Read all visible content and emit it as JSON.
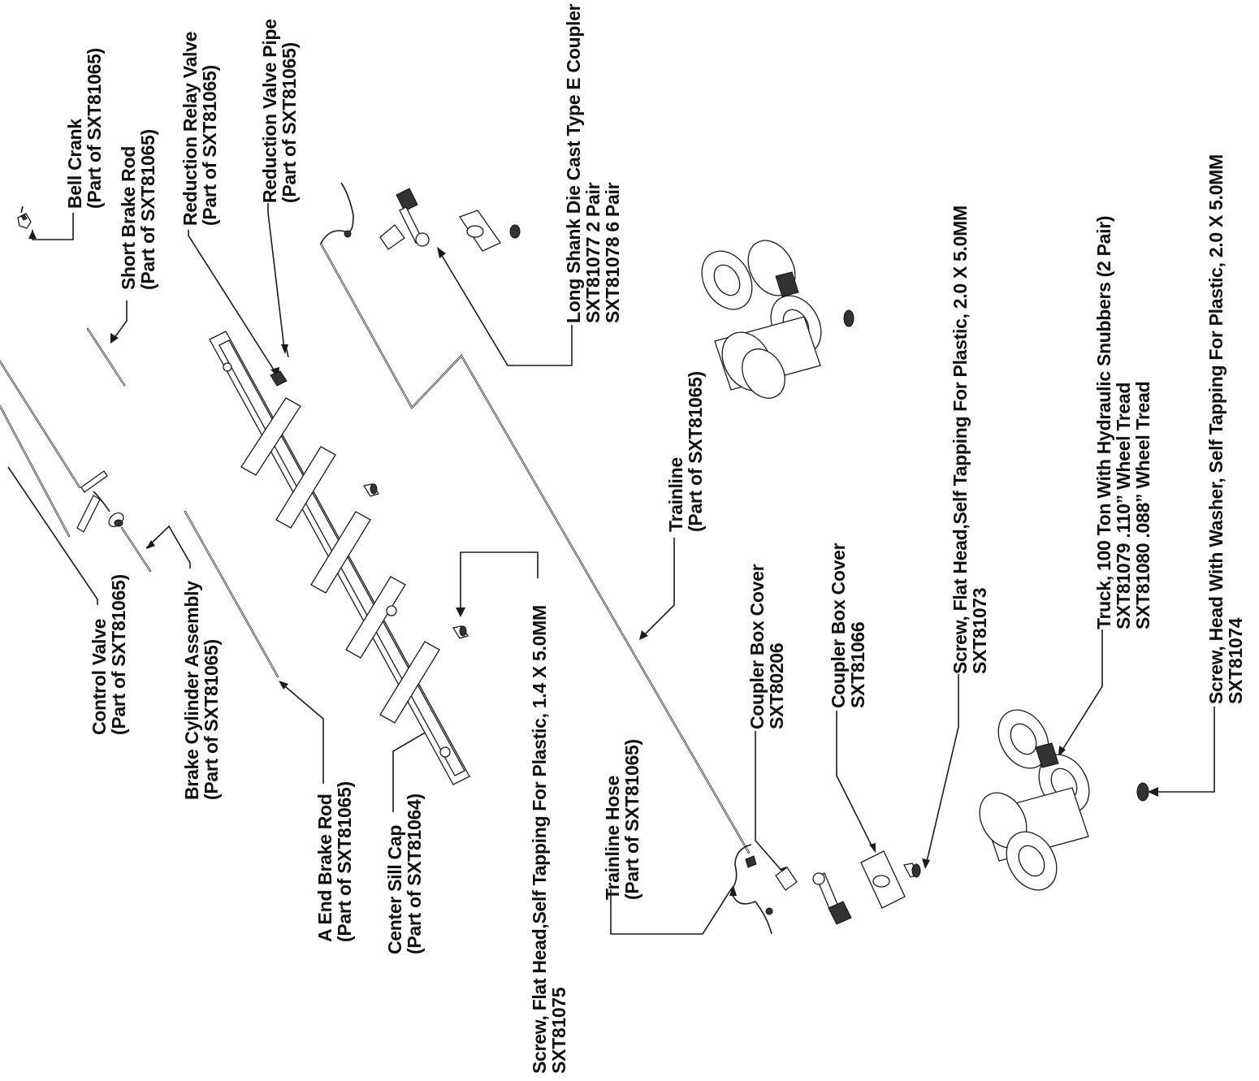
{
  "labels": {
    "bell_crank": [
      "Bell Crank",
      "(Part of SXT81065)"
    ],
    "short_brake_rod": [
      "Short Brake Rod",
      "(Part of SXT81065)"
    ],
    "reduction_relay_valve": [
      "Reduction Relay Valve",
      "(Part of SXT81065)"
    ],
    "reduction_valve_pipe": [
      "Reduction Valve Pipe",
      "(Part of SXT81065)"
    ],
    "coupler": [
      "Long Shank Die Cast Type E Coupler",
      "SXT81077 2 Pair",
      "SXT81078 6 Pair"
    ],
    "control_valve": [
      "Control Valve",
      "(Part of SXT81065)"
    ],
    "brake_cylinder": [
      "Brake Cylinder Assembly",
      "(Part of SXT81065)"
    ],
    "a_end_brake_rod": [
      "A End Brake Rod",
      "(Part of SXT81065)"
    ],
    "center_sill_cap": [
      "Center Sill Cap",
      "(Part of SXT81064)"
    ],
    "screw_1_4": [
      "Screw, Flat Head,Self Tapping For Plastic, 1.4 X 5.0MM",
      "SXT81075"
    ],
    "trainline": [
      "Trainline",
      "(Part of SXT81065)"
    ],
    "trainline_hose": [
      "Trainline Hose",
      "(Part of SXT81065)"
    ],
    "coupler_box_cover_1": [
      "Coupler Box Cover",
      "SXT80206"
    ],
    "coupler_box_cover_2": [
      "Coupler Box Cover",
      "SXT81066"
    ],
    "screw_2_0": [
      "Screw, Flat Head,Self Tapping For Plastic, 2.0 X 5.0MM",
      "SXT81073"
    ],
    "truck": [
      "Truck, 100 Ton With Hydraulic Snubbers (2 Pair)",
      "SXT81079    .110” Wheel Tread",
      "SXT81080    .088” Wheel Tread"
    ],
    "screw_washer": [
      "Screw, Head With Washer, Self Tapping For Plastic, 2.0 X 5.0MM",
      "SXT81074"
    ]
  }
}
